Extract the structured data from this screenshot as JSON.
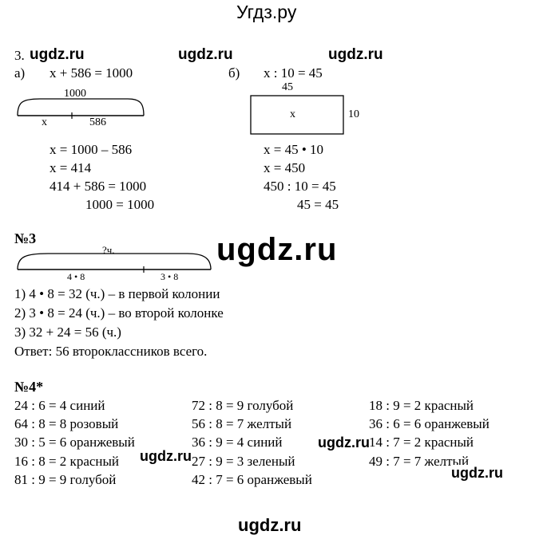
{
  "site_title": "Угдз.ру",
  "watermarks": [
    "ugdz.ru",
    "ugdz.ru",
    "ugdz.ru",
    "ugdz.ru",
    "ugdz.ru",
    "ugdz.ru",
    "ugdz.ru",
    "ugdz.ru"
  ],
  "task3": {
    "number": "3.",
    "a": {
      "label": "а)",
      "equation": "x + 586 = 1000",
      "diagram": {
        "total": "1000",
        "left": "x",
        "right": "586"
      },
      "steps": [
        "x = 1000 – 586",
        "x = 414",
        "414 + 586 = 1000",
        "1000 = 1000"
      ]
    },
    "b": {
      "label": "б)",
      "equation": "x : 10 = 45",
      "diagram": {
        "top": "45",
        "center": "x",
        "side": "10"
      },
      "steps": [
        "x = 45 • 10",
        "x = 450",
        "450 : 10 = 45",
        "45 = 45"
      ]
    }
  },
  "problem3": {
    "header": "№3",
    "diagram": {
      "total": "?ч.",
      "left": "4 • 8",
      "right": "3 • 8"
    },
    "lines": [
      "1) 4 • 8 = 32 (ч.) – в первой колонии",
      "2) 3 • 8 = 24 (ч.) – во второй колонке",
      "3) 32 + 24 = 56 (ч.)",
      "Ответ: 56 второклассников всего."
    ]
  },
  "problem4": {
    "header": "№4*",
    "col1": [
      "24 : 6 = 4 синий",
      "64 : 8 = 8 розовый",
      "30 : 5 = 6 оранжевый",
      "16 : 8 = 2 красный",
      "81 : 9 = 9 голубой"
    ],
    "col2": [
      "72 : 8 = 9 голубой",
      "56 : 8 = 7 желтый",
      "36 : 9 = 4 синий",
      "27 : 9 = 3 зеленый",
      "42 : 7 = 6 оранжевый"
    ],
    "col3": [
      "18 : 9 = 2 красный",
      "36 : 6 = 6 оранжевый",
      "14 : 7 = 2 красный",
      "49 : 7 = 7 желтый"
    ]
  }
}
